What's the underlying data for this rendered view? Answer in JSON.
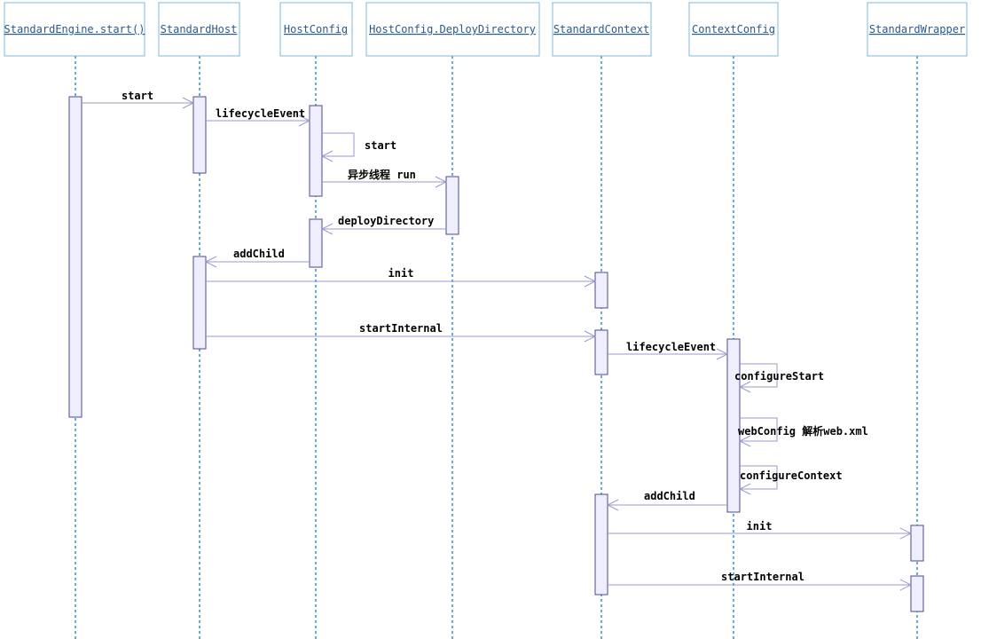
{
  "participants": [
    {
      "id": "engine",
      "label": "StandardEngine.start()"
    },
    {
      "id": "host",
      "label": "StandardHost"
    },
    {
      "id": "hostconfig",
      "label": "HostConfig"
    },
    {
      "id": "deploydir",
      "label": "HostConfig.DeployDirectory"
    },
    {
      "id": "context",
      "label": "StandardContext"
    },
    {
      "id": "contextconfig",
      "label": "ContextConfig"
    },
    {
      "id": "wrapper",
      "label": "StandardWrapper"
    }
  ],
  "messages": [
    {
      "id": "msg-start-host",
      "from": "engine",
      "to": "host",
      "label": "start"
    },
    {
      "id": "msg-lifecycle-host",
      "from": "host",
      "to": "hostconfig",
      "label": "lifecycleEvent"
    },
    {
      "id": "msg-start-self",
      "from": "hostconfig",
      "to": "hostconfig",
      "label": "start"
    },
    {
      "id": "msg-async-run",
      "from": "hostconfig",
      "to": "deploydir",
      "label": "异步线程 run"
    },
    {
      "id": "msg-deploy-directory",
      "from": "deploydir",
      "to": "hostconfig",
      "label": "deployDirectory"
    },
    {
      "id": "msg-addchild-host",
      "from": "hostconfig",
      "to": "host",
      "label": "addChild"
    },
    {
      "id": "msg-init-context",
      "from": "host",
      "to": "context",
      "label": "init"
    },
    {
      "id": "msg-startinternal-context",
      "from": "host",
      "to": "context",
      "label": "startInternal"
    },
    {
      "id": "msg-lifecycle-context",
      "from": "context",
      "to": "contextconfig",
      "label": "lifecycleEvent"
    },
    {
      "id": "msg-configurestart",
      "from": "contextconfig",
      "to": "contextconfig",
      "label": "configureStart"
    },
    {
      "id": "msg-webconfig",
      "from": "contextconfig",
      "to": "contextconfig",
      "label": "webConfig 解析web.xml"
    },
    {
      "id": "msg-configurecontext",
      "from": "contextconfig",
      "to": "contextconfig",
      "label": "configureContext"
    },
    {
      "id": "msg-addchild-context",
      "from": "contextconfig",
      "to": "context",
      "label": "addChild"
    },
    {
      "id": "msg-init-wrapper",
      "from": "context",
      "to": "wrapper",
      "label": "init"
    },
    {
      "id": "msg-startinternal-wrapper",
      "from": "context",
      "to": "wrapper",
      "label": "startInternal"
    }
  ]
}
